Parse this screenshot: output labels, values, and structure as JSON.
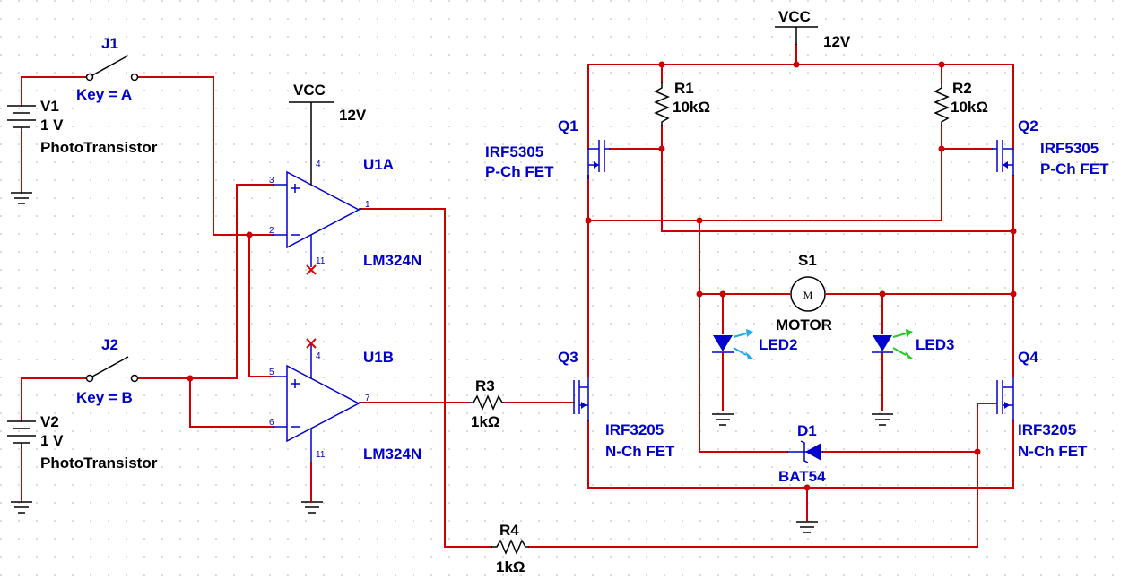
{
  "supply": [
    {
      "name": "VCC",
      "value": "12V"
    },
    {
      "name": "VCC",
      "value": "12V"
    }
  ],
  "switches": [
    {
      "ref": "J1",
      "key": "Key = A"
    },
    {
      "ref": "J2",
      "key": "Key = B"
    }
  ],
  "sources": [
    {
      "ref": "V1",
      "value": "1 V",
      "desc": "PhotoTransistor"
    },
    {
      "ref": "V2",
      "value": "1 V",
      "desc": "PhotoTransistor"
    }
  ],
  "opamps": [
    {
      "ref": "U1A",
      "part": "LM324N",
      "pins": {
        "plus": "3",
        "minus": "2",
        "out": "1",
        "vcc": "4",
        "gnd": "11"
      }
    },
    {
      "ref": "U1B",
      "part": "LM324N",
      "pins": {
        "plus": "5",
        "minus": "6",
        "out": "7",
        "vcc": "4",
        "gnd": "11"
      }
    }
  ],
  "resistors": [
    {
      "ref": "R1",
      "value": "10kΩ"
    },
    {
      "ref": "R2",
      "value": "10kΩ"
    },
    {
      "ref": "R3",
      "value": "1kΩ"
    },
    {
      "ref": "R4",
      "value": "1kΩ"
    }
  ],
  "transistors": [
    {
      "ref": "Q1",
      "part": "IRF5305",
      "type": "P-Ch FET"
    },
    {
      "ref": "Q2",
      "part": "IRF5305",
      "type": "P-Ch FET"
    },
    {
      "ref": "Q3",
      "part": "IRF3205",
      "type": "N-Ch FET"
    },
    {
      "ref": "Q4",
      "part": "IRF3205",
      "type": "N-Ch FET"
    }
  ],
  "motor": {
    "ref": "S1",
    "label": "MOTOR",
    "symbol": "M"
  },
  "leds": [
    {
      "ref": "LED2"
    },
    {
      "ref": "LED3"
    }
  ],
  "diode": {
    "ref": "D1",
    "part": "BAT54"
  },
  "colors": {
    "wire": "#cc0000",
    "label": "#0000cc",
    "component": "#000000",
    "led2": "#22aaee",
    "led3": "#22cc22"
  }
}
